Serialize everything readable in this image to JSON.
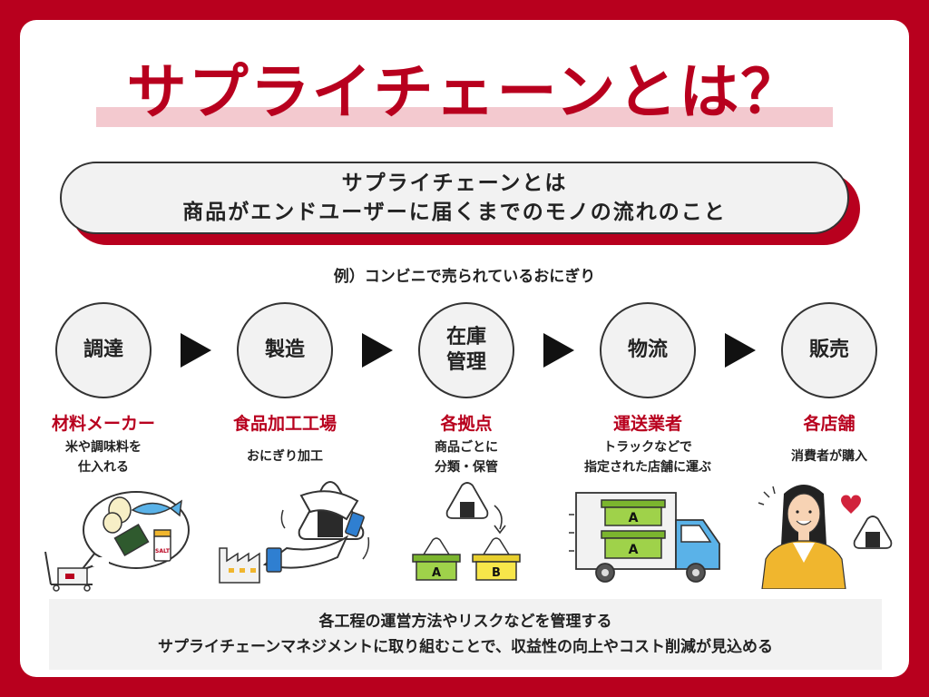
{
  "title": "サプライチェーンとは？",
  "definition": {
    "line1": "サプライチェーンとは",
    "line2": "商品がエンドユーザーに届くまでのモノの流れのこと"
  },
  "example": "例）コンビニで売られているおにぎり",
  "steps": [
    {
      "circle": "調達",
      "title": "材料メーカー",
      "desc1": "米や調味料を",
      "desc2": "仕入れる"
    },
    {
      "circle": "製造",
      "title": "食品加工工場",
      "desc1": "おにぎり加工",
      "desc2": ""
    },
    {
      "circle": "在庫管理",
      "circle1": "在庫",
      "circle2": "管理",
      "title": "各拠点",
      "desc1": "商品ごとに",
      "desc2": "分類・保管"
    },
    {
      "circle": "物流",
      "title": "運送業者",
      "desc1": "トラックなどで",
      "desc2": "指定された店舗に運ぶ"
    },
    {
      "circle": "販売",
      "title": "各店舗",
      "desc1": "消費者が購入",
      "desc2": ""
    }
  ],
  "illustration_labels": {
    "salt": "SALT",
    "bin_a": "A",
    "bin_b": "B",
    "truck_a1": "A",
    "truck_a2": "A"
  },
  "footer": {
    "line1": "各工程の運営方法やリスクなどを管理する",
    "line2": "サプライチェーンマネジメントに取り組むことで、収益性の向上やコスト削減が見込める"
  },
  "colors": {
    "accent": "#b8001e",
    "highlight": "#f3c9cf",
    "green": "#9fd24a",
    "yellow": "#f7e64a",
    "truck_blue": "#5ab2e8"
  }
}
